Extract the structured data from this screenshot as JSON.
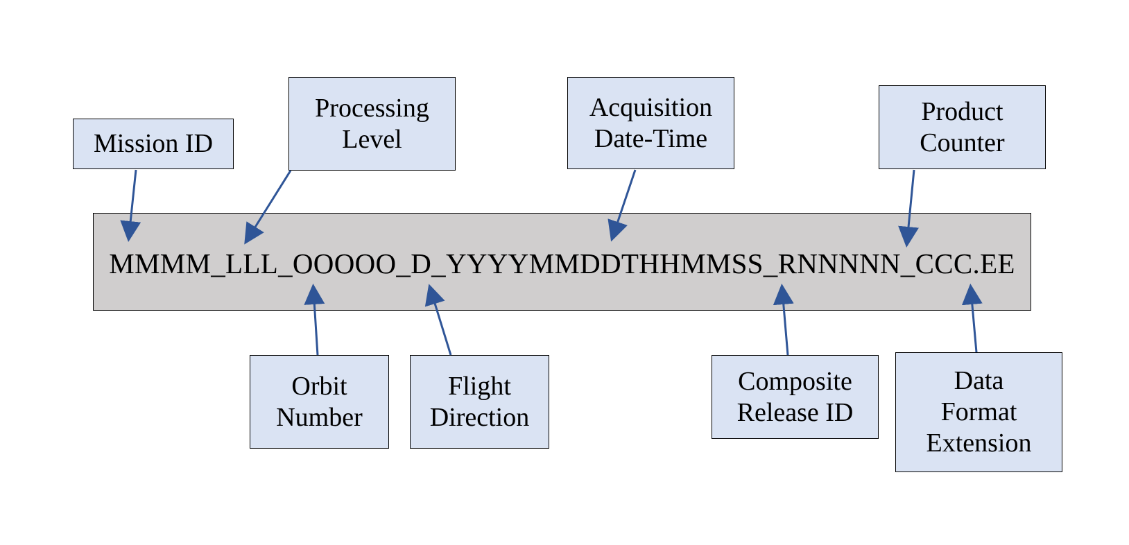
{
  "filename_pattern": "MMMM_LLL_OOOOO_D_YYYYMMDDTHHMMSS_RNNNNN_CCC.EE",
  "colors": {
    "filename_bar": "#d0cece",
    "label_box": "#dae3f3",
    "arrow": "#2f5597"
  },
  "labels": {
    "mission_id": {
      "line1": "Mission ID"
    },
    "processing_level": {
      "line1": "Processing",
      "line2": "Level"
    },
    "acquisition_datetime": {
      "line1": "Acquisition",
      "line2": "Date-Time"
    },
    "product_counter": {
      "line1": "Product",
      "line2": "Counter"
    },
    "orbit_number": {
      "line1": "Orbit",
      "line2": "Number"
    },
    "flight_direction": {
      "line1": "Flight",
      "line2": "Direction"
    },
    "composite_release_id": {
      "line1": "Composite",
      "line2": "Release ID"
    },
    "data_format_extension": {
      "line1": "Data",
      "line2": "Format",
      "line3": "Extension"
    }
  }
}
